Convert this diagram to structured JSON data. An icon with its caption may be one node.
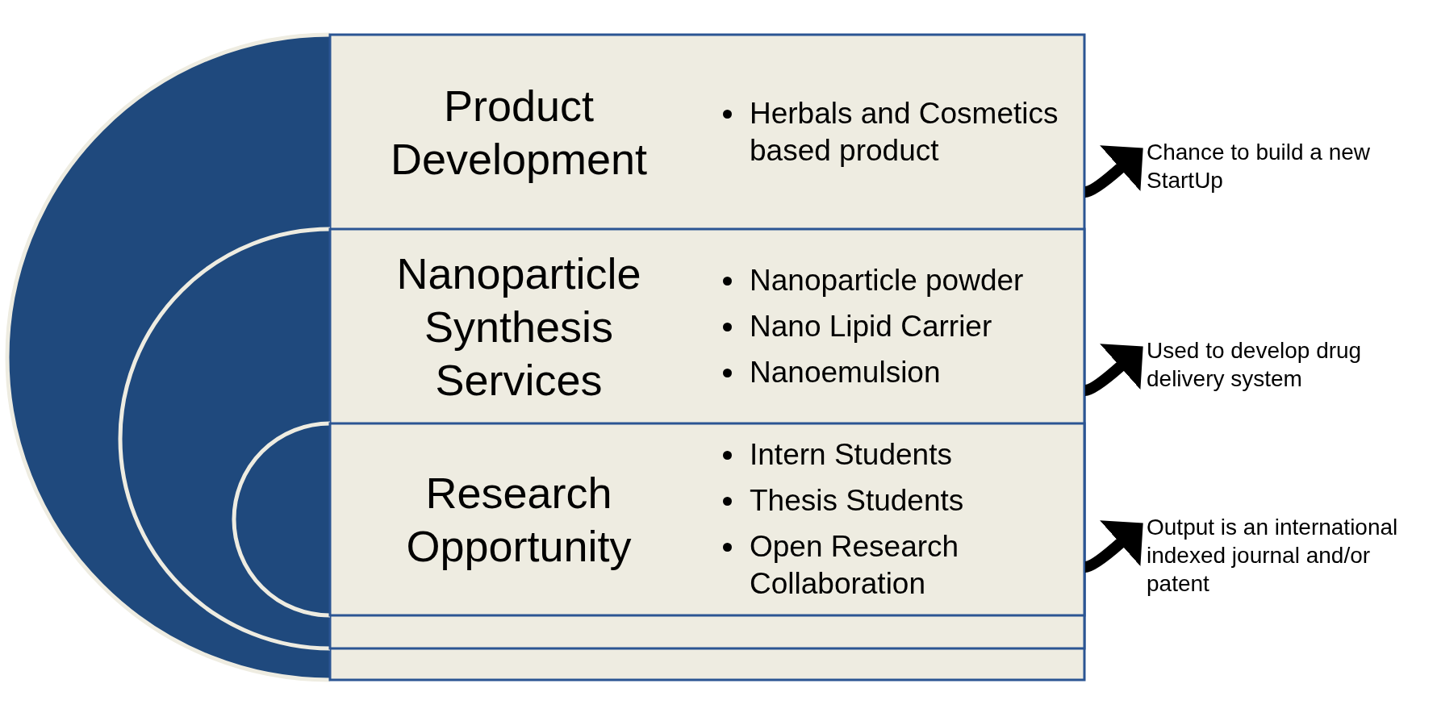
{
  "diagram": {
    "nodes": [
      {
        "text": [
          "Product Development",
          "Herbals and Cosmetics based product"
        ]
      },
      {
        "text": [
          "Nanoparticle Synthesis Services",
          "Nanoparticle powder",
          "Nano Lipid Carrier",
          "Nanoemulsion"
        ],
        "in": 0
      },
      {
        "text": [
          "Research Opportunity",
          "Intern Students",
          "Thesis Students",
          "Open Research Collaboration"
        ],
        "in": 1
      },
      {
        "text": [
          "Chance to build a new StartUp"
        ]
      },
      {
        "text": [
          "Used to develop drug delivery system"
        ]
      },
      {
        "text": [
          "Output is an international indexed journal and/or patent"
        ]
      }
    ],
    "edges": [
      {
        "from": 0,
        "to": 3,
        "arrow": "to"
      },
      {
        "from": 1,
        "to": 4,
        "arrow": "to"
      },
      {
        "from": 2,
        "to": 5,
        "arrow": "to"
      }
    ]
  }
}
